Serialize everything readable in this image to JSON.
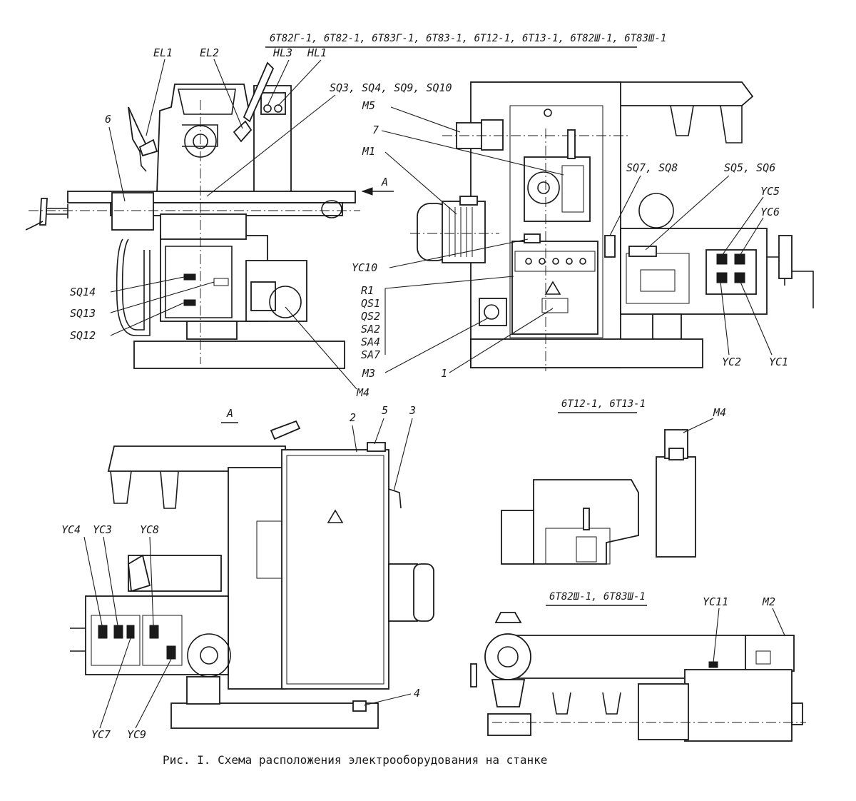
{
  "figure": {
    "caption": "Рис. I. Схема расположения электрооборудования на станке",
    "model_header_main": "6Т82Г-1, 6Т82-1, 6Т83Г-1, 6Т83-1, 6Т12-1, 6Т13-1, 6Т82Ш-1, 6Т83Ш-1",
    "model_header_vertical": "6Т12-1, 6Т13-1",
    "model_header_universal": "6Т82Ш-1, 6Т83Ш-1",
    "view_arrow_label": "A",
    "view_section_label": "A"
  },
  "front_view": {
    "labels": {
      "el1": "EL1",
      "el2": "EL2",
      "hl3": "HL3",
      "hl1": "HL1",
      "sq_group": "SQ3, SQ4, SQ9, SQ10",
      "item6": "6",
      "sq14": "SQ14",
      "sq13": "SQ13",
      "sq12": "SQ12",
      "m4": "M4"
    }
  },
  "side_view": {
    "labels": {
      "m5": "M5",
      "item7": "7",
      "m1": "M1",
      "sq78": "SQ7, SQ8",
      "sq56": "SQ5, SQ6",
      "yc5": "YC5",
      "yc6": "YC6",
      "yc10": "YC10",
      "m3": "M3",
      "item1": "1",
      "yc2": "YC2",
      "yc1": "YC1"
    },
    "panel_list": [
      "R1",
      "QS1",
      "QS2",
      "SA2",
      "SA4",
      "SA7"
    ]
  },
  "rear_view": {
    "labels": {
      "item2": "2",
      "item5": "5",
      "item3": "3",
      "item4": "4",
      "yc4": "YC4",
      "yc3": "YC3",
      "yc8": "YC8",
      "yc7": "YC7",
      "yc9": "YC9"
    }
  },
  "vertical_head": {
    "labels": {
      "m4": "M4"
    }
  },
  "universal_head": {
    "labels": {
      "yc11": "YC11",
      "m2": "M2"
    }
  }
}
